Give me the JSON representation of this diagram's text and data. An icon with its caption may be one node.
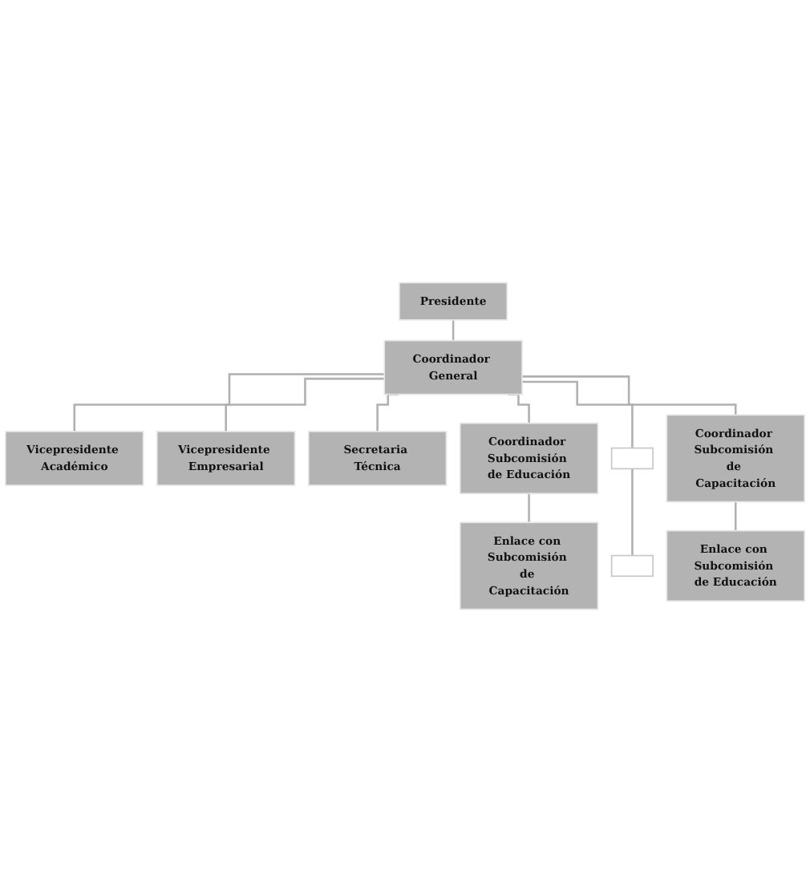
{
  "diagram": {
    "nodes": [
      {
        "text": [
          "Presidente"
        ]
      },
      {
        "text": [
          "Vicepresidente Académico"
        ]
      },
      {
        "text": [
          "Coordinador General"
        ]
      },
      {
        "text": [
          "Vicepresidente Empresarial"
        ]
      },
      {
        "text": [
          "Secretaria Técnica"
        ]
      },
      {
        "text": [
          "Coordinador Subcomisión de Educación"
        ]
      },
      {
        "text": [],
        "shape": "box"
      },
      {
        "text": [
          "Coordinador Subcomisión de Capacitación"
        ]
      },
      {
        "text": [
          "Enlace con Subcomisión de Capacitación"
        ]
      },
      {
        "text": [],
        "shape": "box"
      },
      {
        "text": [
          "Enlace con Subcomisión de Educación"
        ]
      }
    ],
    "edges": [
      {
        "from": 0,
        "to": 2,
        "arrow": "none"
      },
      {
        "from": 2,
        "to": 1,
        "arrow": "none"
      },
      {
        "from": 2,
        "to": 3,
        "arrow": "none"
      },
      {
        "from": 2,
        "to": 4,
        "arrow": "none"
      },
      {
        "from": 2,
        "to": 5,
        "arrow": "none"
      },
      {
        "from": 2,
        "to": 6,
        "arrow": "none"
      },
      {
        "from": 2,
        "to": 7,
        "arrow": "none"
      },
      {
        "from": 5,
        "to": 8,
        "arrow": "none"
      },
      {
        "from": 6,
        "to": 9,
        "arrow": "none"
      },
      {
        "from": 7,
        "to": 10,
        "arrow": "none"
      }
    ]
  }
}
